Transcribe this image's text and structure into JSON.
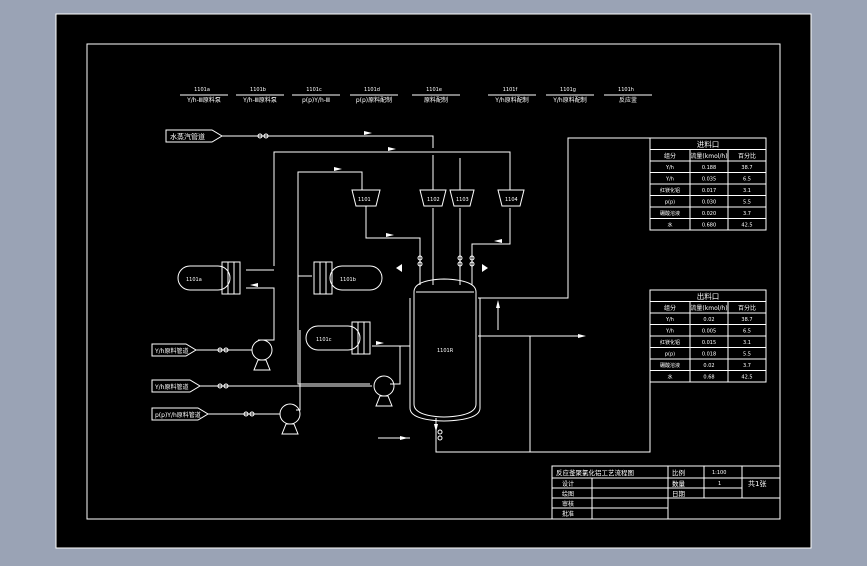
{
  "colors": {
    "background": "#000000",
    "border": "#ffffff",
    "line": "#ffffff",
    "window": "#9aa3b5"
  },
  "equipment_labels": [
    {
      "code": "1101a",
      "name": "Y/h-Ⅲ原料泵"
    },
    {
      "code": "1101b",
      "name": "Y/h-Ⅲ原料泵"
    },
    {
      "code": "1101c",
      "name": "p(p)Y/h-Ⅲ"
    },
    {
      "code": "1101d",
      "name": "p(p)原料配制"
    },
    {
      "code": "1101e",
      "name": "原料配制"
    },
    {
      "code": "1101f",
      "name": "Y/h原料配制"
    },
    {
      "code": "1101g",
      "name": "Y/h原料配制"
    },
    {
      "code": "1101h",
      "name": "反应釜"
    }
  ],
  "inlets": {
    "top": "水蒸汽管道",
    "left1": "Y/h原料管道",
    "left2": "Y/h原料管道",
    "left3": "p(p)Y/h原料管道"
  },
  "tags": {
    "tank1": "1101",
    "tank2": "1102",
    "tank3": "1103",
    "tank4": "1104",
    "hx1": "1101a",
    "hx2": "1101b",
    "hx3": "1101c",
    "reactor": "1101R"
  },
  "table_inlet": {
    "title": "进料口",
    "headers": [
      "组分",
      "流量(kmol/h)",
      "百分比"
    ],
    "rows": [
      [
        "Y/h",
        "0.188",
        "38.7"
      ],
      [
        "Y/h",
        "0.035",
        "6.5"
      ],
      [
        "红镁化铝",
        "0.017",
        "3.1"
      ],
      [
        "p(p)",
        "0.030",
        "5.5"
      ],
      [
        "硼酸溶液",
        "0.020",
        "3.7"
      ],
      [
        "水",
        "0.680",
        "42.5"
      ]
    ]
  },
  "table_outlet": {
    "title": "出料口",
    "headers": [
      "组分",
      "流量(kmol/h)",
      "百分比"
    ],
    "rows": [
      [
        "Y/h",
        "0.02",
        "38.7"
      ],
      [
        "Y/h",
        "0.005",
        "6.5"
      ],
      [
        "红镁化铝",
        "0.015",
        "3.1"
      ],
      [
        "p(p)",
        "0.018",
        "5.5"
      ],
      [
        "硼酸溶液",
        "0.02",
        "3.7"
      ],
      [
        "水",
        "0.68",
        "42.5"
      ]
    ]
  },
  "title_block": {
    "project": "反应釜聚氯化铝工艺流程图",
    "ratio_label": "比例",
    "ratio_value": "1:100",
    "qty_label": "数量",
    "qty_value": "1",
    "date_label": "日期",
    "sheet": "共1张",
    "design": "设计",
    "draw": "绘图",
    "check": "审核",
    "approve": "批准"
  }
}
